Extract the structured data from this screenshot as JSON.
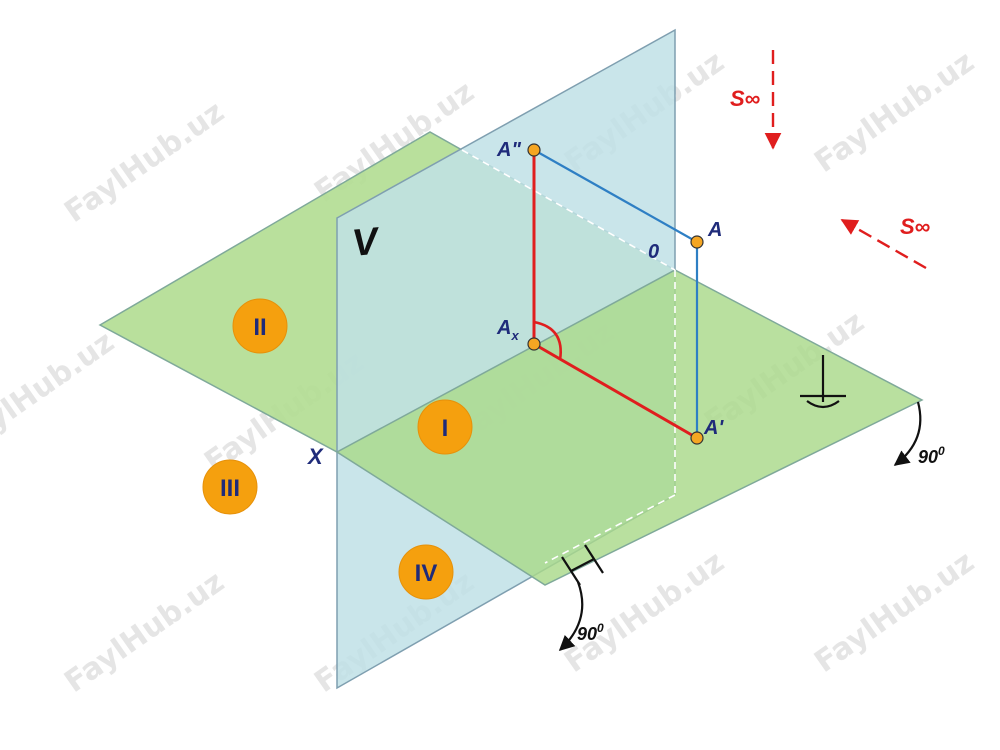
{
  "labels": {
    "a_double": "A\"",
    "a": "A",
    "zero": "0",
    "ax_main": "A",
    "ax_sub": "x",
    "a_prime": "A'",
    "x_axis": "X",
    "v_plane": "V",
    "s_inf_1": "S∞",
    "s_inf_2": "S∞",
    "angle_1_base": "90",
    "angle_1_sup": "0",
    "angle_2_base": "90",
    "angle_2_sup": "0"
  },
  "quadrants": [
    "II",
    "I",
    "III",
    "IV"
  ],
  "watermark": "FaylHub.uz",
  "colors": {
    "horizontal_plane": "#a9d98a",
    "vertical_plane": "#b7dde2",
    "projection_red": "#e01e1e",
    "projection_blue": "#2e7fc4",
    "point_fill": "#f5a623",
    "badge": "#f5a00e",
    "label_navy": "#1f2b7a"
  }
}
